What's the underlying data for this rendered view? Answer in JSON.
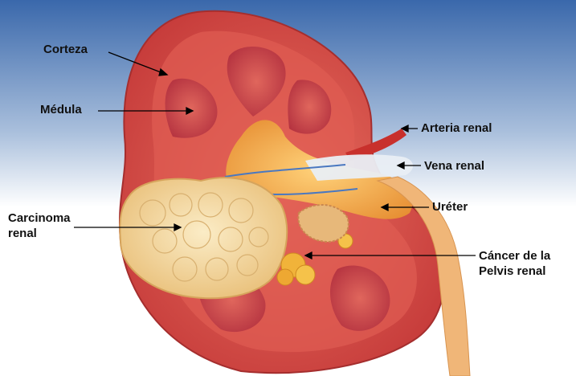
{
  "labels": {
    "corteza": "Corteza",
    "medula": "Médula",
    "arteria_renal": "Arteria renal",
    "vena_renal": "Vena renal",
    "ureter": "Uréter",
    "carcinoma_line1": "Carcinoma",
    "carcinoma_line2": "renal",
    "cancer_line1": "Cáncer de la",
    "cancer_line2": "Pelvis renal"
  },
  "colors": {
    "background_top": "#3f6fb0",
    "background_bottom": "#ffffff",
    "cortex": "#d9544a",
    "medulla": "#c8414a",
    "pelvis": "#f2a94a",
    "tumor": "#f3dca8",
    "vein": "#e8eef5",
    "artery": "#c8302c"
  }
}
